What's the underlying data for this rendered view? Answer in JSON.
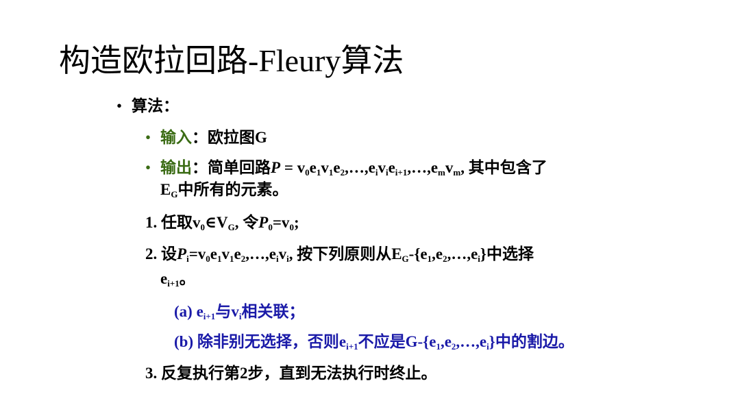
{
  "title": "构造欧拉回路-Fleury算法",
  "algo_heading": "算法：",
  "bullet": "•",
  "input": {
    "label": "输入",
    "sep": "：",
    "text": "欧拉图G"
  },
  "output": {
    "label": "输出",
    "sep": "：",
    "line1_prefix": "简单回路",
    "p": "P",
    "eq": " = v",
    "s0": "0",
    "e": "e",
    "s1": "1",
    "v": "v",
    "s2": "2",
    "dots": ",…,e",
    "si": "i",
    "si1": "i+1",
    "sm": "m",
    "tail": ", 其中包含了",
    "line2_e": "E",
    "line2_g": "G",
    "line2_text": "中所有的元素。"
  },
  "step1": {
    "prefix": "1. 任取v",
    "sub0": "0",
    "mid": "∈V",
    "subG": "G",
    "mid2": ", 令",
    "p": "P",
    "sub0b": "0",
    "end": "=v",
    "sub0c": "0",
    "semi": ";"
  },
  "step2": {
    "prefix": "2.  设",
    "p": "P",
    "subi": "i",
    "seq": "=v",
    "sub0": "0",
    "e": "e",
    "sub1": "1",
    "v": "v",
    "sub2": "2",
    "dots": ",…,e",
    "comma": ",",
    "text": "  按下列原则从E",
    "subG": "G",
    "set": "-{e",
    "setend": "}中选择",
    "line2": "e",
    "sub_i1": "i+1",
    "line2_end": "。"
  },
  "rule_a": {
    "prefix": "(a) e",
    "sub": "i+1",
    "mid": "与v",
    "subi": "i",
    "end": "相关联；"
  },
  "rule_b": {
    "prefix": "(b) 除非别无选择，否则e",
    "sub": "i+1",
    "mid": "不应是G-{e",
    "s1": "1",
    "c": ",e",
    "s2": "2",
    "dots": ",…,e",
    "si": "i",
    "end": "}中的割边。"
  },
  "step3": "3. 反复执行第2步，直到无法执行时终止。",
  "colors": {
    "green": "#3a6b14",
    "blue": "#1a1aa8"
  }
}
